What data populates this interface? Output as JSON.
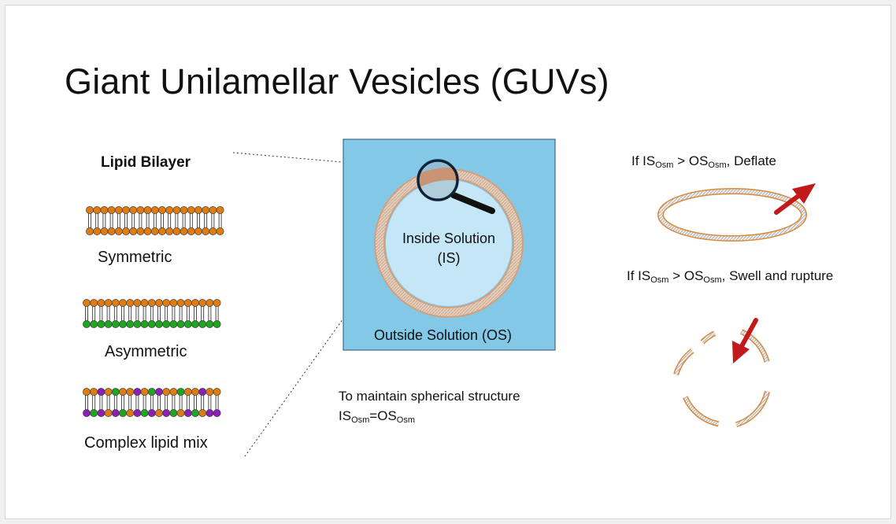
{
  "slide": {
    "title": "Giant Unilamellar Vesicles (GUVs)"
  },
  "bilayer_panel": {
    "heading": "Lipid Bilayer",
    "types": [
      {
        "label": "Symmetric",
        "top_color": "#e07b12",
        "bottom_colors": [
          "#e07b12"
        ]
      },
      {
        "label": "Asymmetric",
        "top_color": "#e07b12",
        "bottom_colors": [
          "#1fa51f"
        ]
      },
      {
        "label": "Complex lipid mix",
        "top_colors": [
          "#e07b12",
          "#8b1fb8",
          "#1fa51f"
        ],
        "bottom_colors": [
          "#8b1fb8",
          "#1fa51f",
          "#e07b12"
        ]
      }
    ]
  },
  "vesicle_panel": {
    "inside_line1": "Inside Solution",
    "inside_line2": "(IS)",
    "outside": "Outside Solution (OS)",
    "outside_color": "#84c8e8",
    "inside_color": "#c4e6f6",
    "membrane_color": "#d2a07c",
    "magnifier_icon": "magnifying-glass-icon"
  },
  "equilibrium_note": {
    "line1": "To maintain spherical structure",
    "eq_a": "IS",
    "eq_a_sub": "Osm",
    "eq_sep": "=",
    "eq_b": "OS",
    "eq_b_sub": "Osm"
  },
  "deflate_case": {
    "a": "If IS",
    "a_sub": "Osm",
    "op": " > OS",
    "b_sub": "Osm",
    "result": ", Deflate",
    "arrow_color": "#c21a1a",
    "arrow_icon": "outward-arrow-icon"
  },
  "swell_case": {
    "a": "If IS",
    "a_sub": "Osm",
    "op": " > OS",
    "b_sub": "Osm",
    "result": ", Swell and rupture",
    "arrow_color": "#c21a1a",
    "arrow_icon": "inward-arrow-icon"
  }
}
